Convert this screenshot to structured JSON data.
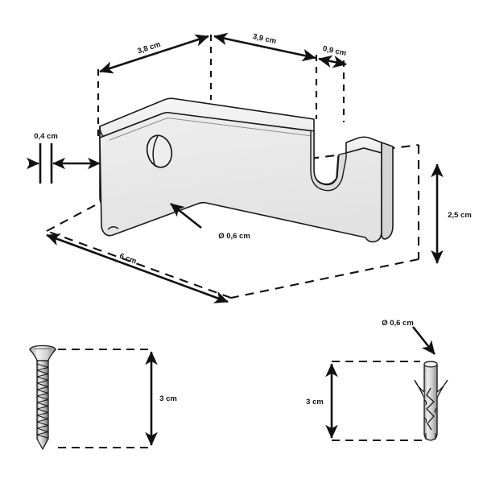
{
  "drawing": {
    "title": "Curtain rod bracket technical dimension drawing",
    "background_color": "#ffffff",
    "line_color": "#111111",
    "part_face_color": "#e9e9e9",
    "part_top_color": "#f2f2f2",
    "part_side_color": "#dcdcdc",
    "metal_light": "#f0f0f0",
    "metal_mid": "#c9c9c9",
    "metal_dark": "#8d8d8d"
  },
  "bracket": {
    "name": "wall bracket",
    "dimensions": {
      "top_back_length": "3,8 cm",
      "top_front_length": "3,9 cm",
      "hook_lip_width": "0,9 cm",
      "thickness": "0,4 cm",
      "height": "2,5 cm",
      "depth": "6 cm",
      "hole_diameter": "Ø 0,6 cm"
    }
  },
  "screw": {
    "name": "countersunk screw",
    "length_label": "3 cm"
  },
  "wall_plug": {
    "name": "wall plug / anchor",
    "length_label": "3 cm",
    "diameter_label": "Ø 0,6 cm"
  },
  "labels": {
    "l_38": "3,8 cm",
    "l_39": "3,9 cm",
    "l_09": "0,9 cm",
    "l_04": "0,4 cm",
    "l_25": "2,5 cm",
    "l_6": "6 cm",
    "l_hole": "Ø 0,6 cm",
    "l_screw_len": "3 cm",
    "l_plug_len": "3 cm",
    "l_plug_dia": "Ø 0,6 cm"
  }
}
